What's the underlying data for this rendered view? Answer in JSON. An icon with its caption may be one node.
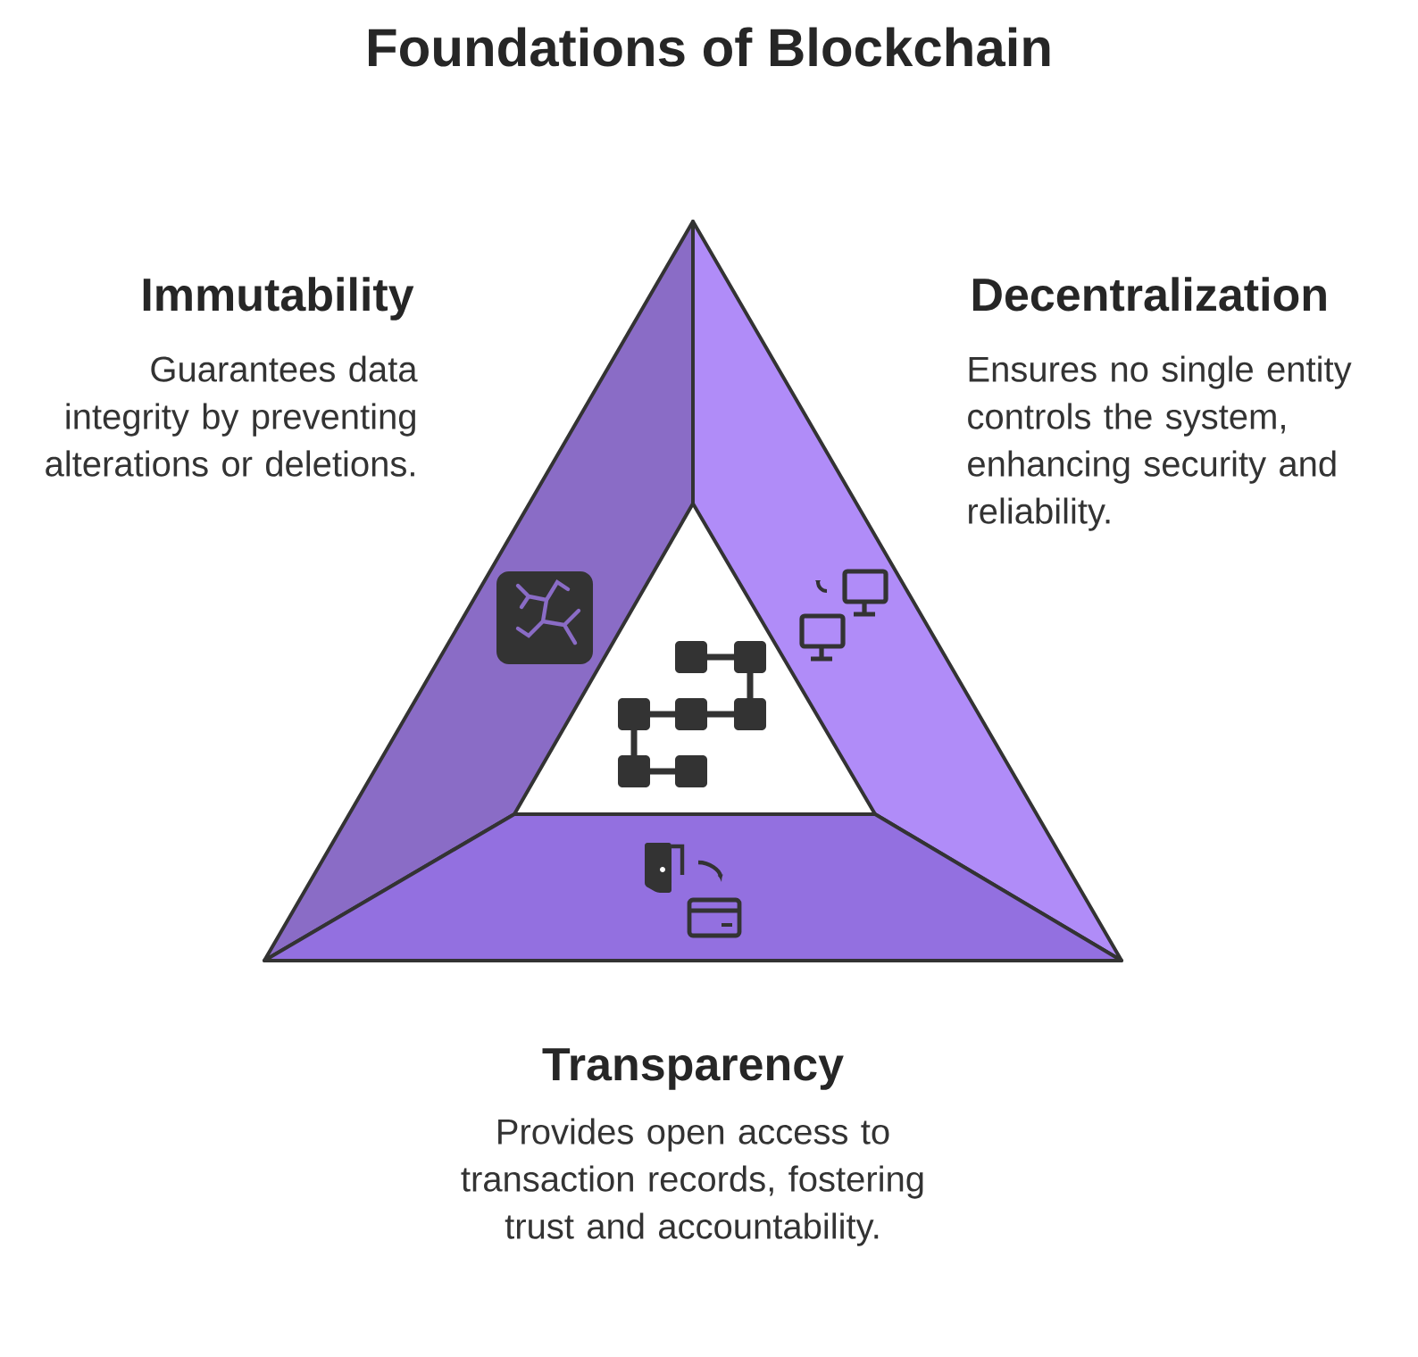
{
  "diagram": {
    "title": "Foundations of Blockchain",
    "labels": [
      "Immutability",
      "Guarantees data integrity by preventing alterations or deletions.",
      "Decentralization",
      "Ensures no single entity controls the system, enhancing security and reliability.",
      "Transparency",
      "Provides open access to transaction records, fostering trust and accountability."
    ]
  }
}
